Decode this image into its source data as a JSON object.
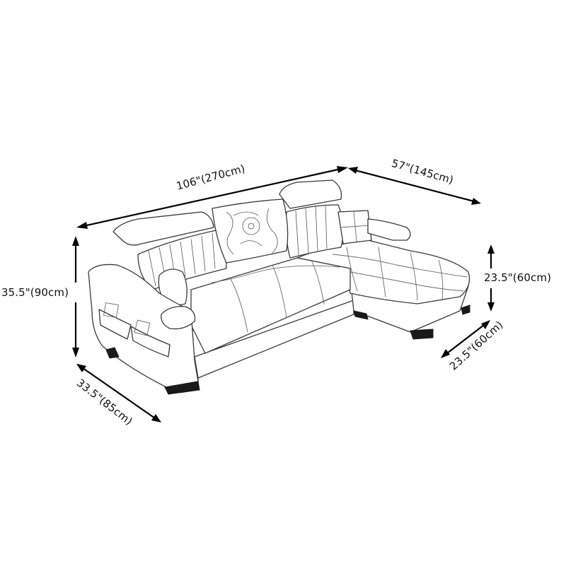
{
  "diagram": {
    "subject": "L-shaped sectional sofa with right-facing chaise",
    "style": "black-and-white line drawing",
    "colors": {
      "background": "#ffffff",
      "lines": "#000000",
      "sofa_outline": "#3a3a3a"
    },
    "dimensions": {
      "overall_width": {
        "label": "106\"(270cm)",
        "inches": 106,
        "cm": 270
      },
      "chaise_length": {
        "label": "57\"(145cm)",
        "inches": 57,
        "cm": 145
      },
      "overall_height": {
        "label": "35.5\"(90cm)",
        "inches": 35.5,
        "cm": 90
      },
      "chaise_height": {
        "label": "23.5\"(60cm)",
        "inches": 23.5,
        "cm": 60
      },
      "chaise_width": {
        "label": "23.5\"(60cm)",
        "inches": 23.5,
        "cm": 60
      },
      "seat_depth": {
        "label": "33.5\"(85cm)",
        "inches": 33.5,
        "cm": 85
      }
    },
    "features": [
      "adjustable headrests",
      "striped back cushions",
      "floral accent pillow",
      "checkered small pillow",
      "tufted seat cushions",
      "armrest side storage pockets with magazines",
      "dark block legs"
    ]
  }
}
